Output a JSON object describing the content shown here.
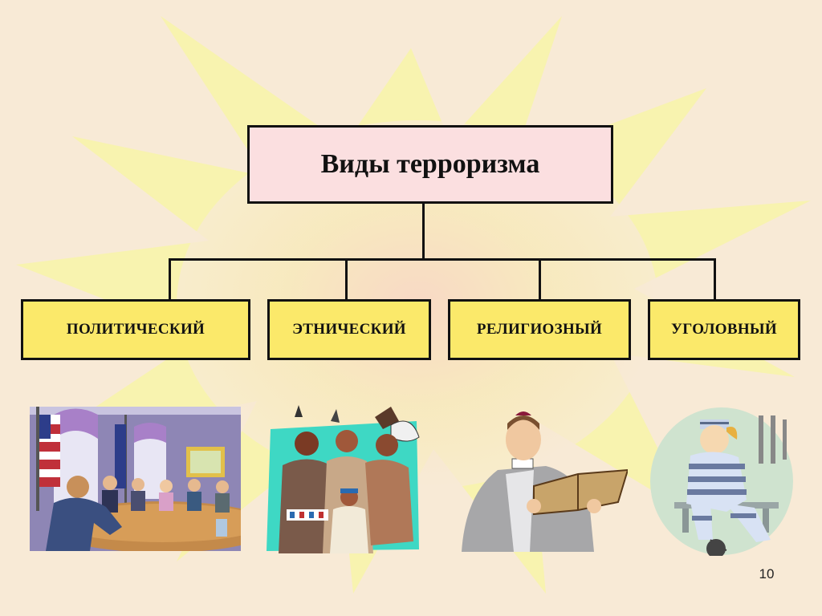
{
  "title": "Виды терроризма",
  "categories": [
    {
      "id": "political",
      "label": "ПОЛИТИЧЕСКИЙ",
      "illustration": "meeting-room-illustration"
    },
    {
      "id": "ethnic",
      "label": "ЭТНИЧЕСКИЙ",
      "illustration": "native-people-illustration"
    },
    {
      "id": "religious",
      "label": "РЕЛИГИОЗНЫЙ",
      "illustration": "priest-reading-illustration"
    },
    {
      "id": "criminal",
      "label": "УГОЛОВНЫЙ",
      "illustration": "prisoner-illustration"
    }
  ],
  "page_number": "10",
  "colors": {
    "background": "#f8ead6",
    "starburst": "#f7f3a6",
    "title_box": "#fbdfe0",
    "category_box": "#fbe96a",
    "border": "#111111"
  }
}
